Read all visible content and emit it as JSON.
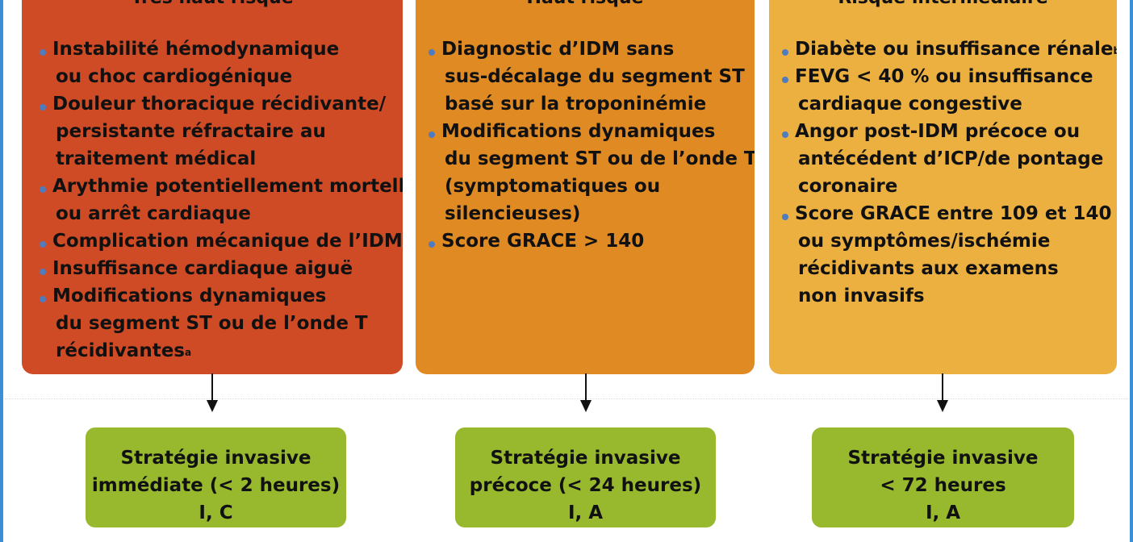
{
  "columns": [
    {
      "title": "Très haut risque",
      "items": [
        {
          "lines": [
            "Instabilité hémodynamique",
            "ou choc cardiogénique"
          ]
        },
        {
          "lines": [
            "Douleur thoracique récidivante/",
            "persistante réfractaire au",
            "traitement médical"
          ]
        },
        {
          "lines": [
            "Arythmie potentiellement mortelle",
            "ou arrêt cardiaque"
          ]
        },
        {
          "lines": [
            "Complication mécanique de l’IDM"
          ]
        },
        {
          "lines": [
            "Insuffisance cardiaque aiguë"
          ]
        },
        {
          "lines": [
            "Modifications dynamiques",
            "du segment ST ou de l’onde T",
            "récidivantes"
          ],
          "sup": "a"
        }
      ],
      "strategy": [
        "Stratégie invasive",
        "immédiate (< 2 heures)",
        "I, C"
      ]
    },
    {
      "title": "Haut risque",
      "items": [
        {
          "lines": [
            "Diagnostic d’IDM sans",
            "sus-décalage du segment ST",
            "basé sur la troponinémie"
          ]
        },
        {
          "lines": [
            "Modifications dynamiques",
            "du segment ST ou de l’onde T",
            "(symptomatiques ou",
            "silencieuses)"
          ]
        },
        {
          "lines": [
            "Score GRACE > 140"
          ]
        }
      ],
      "strategy": [
        "Stratégie invasive",
        "précoce (< 24 heures)",
        "I, A"
      ]
    },
    {
      "title": "Risque intermédiaire",
      "items": [
        {
          "lines": [
            "Diabète ou insuffisance rénale"
          ],
          "sup": "b"
        },
        {
          "lines": [
            "FEVG < 40 % ou insuffisance",
            "cardiaque congestive"
          ]
        },
        {
          "lines": [
            "Angor post-IDM précoce ou",
            "antécédent d’ICP/de pontage",
            "coronaire"
          ]
        },
        {
          "lines": [
            "Score GRACE entre 109 et 140",
            "ou symptômes/ischémie",
            "récidivants aux examens",
            "non invasifs"
          ]
        }
      ],
      "strategy": [
        "Stratégie invasive",
        "< 72 heures",
        "I, A"
      ]
    }
  ],
  "colors": {
    "very_high": "#cf4b26",
    "high": "#e08a23",
    "intermediate": "#ebb03f",
    "strategy": "#98b92d",
    "bullet": "#4f7bbf",
    "frame": "#3a8fd6"
  }
}
